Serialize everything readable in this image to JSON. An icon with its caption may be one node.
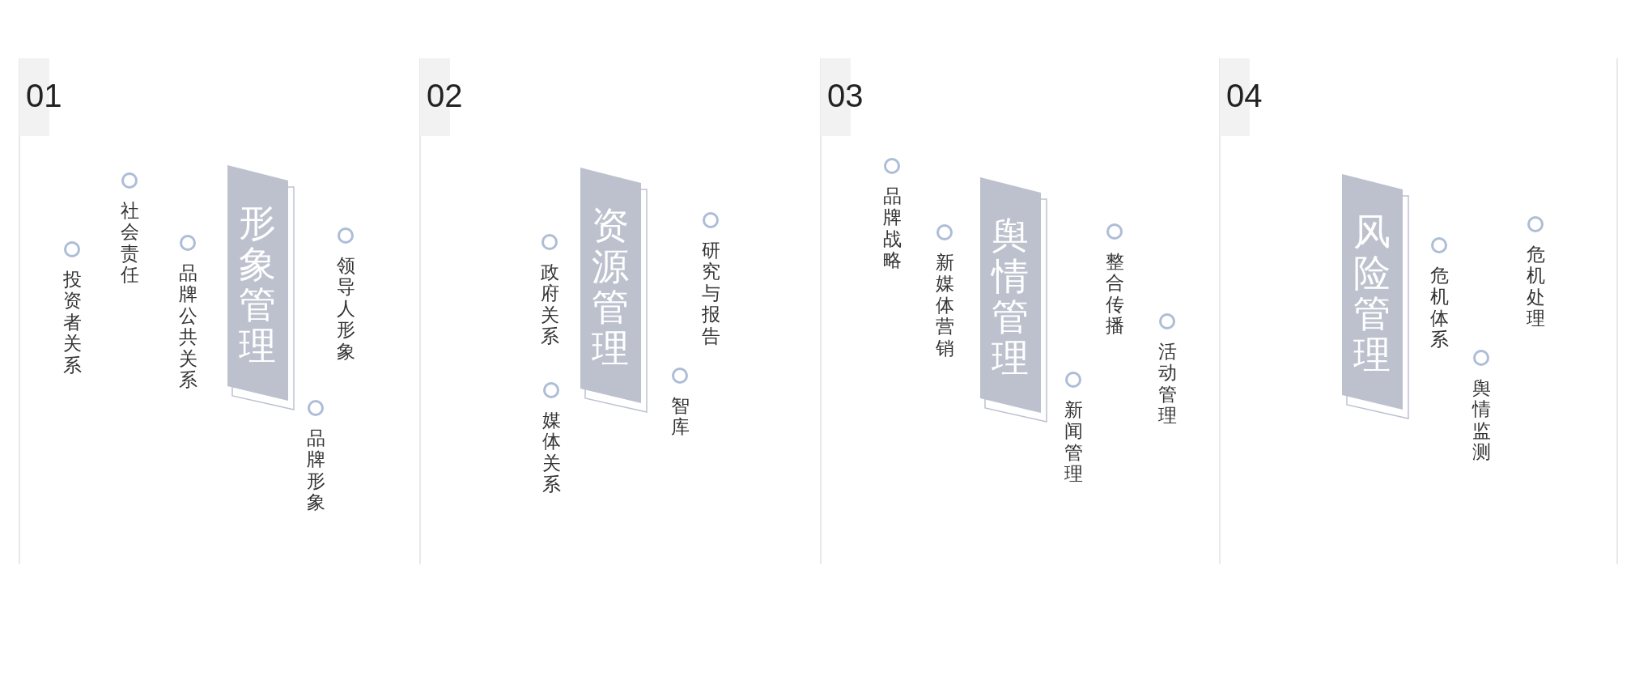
{
  "diagram": {
    "nodes": [
      {
        "text": [
          "01"
        ]
      },
      {
        "text": [
          "形象管理"
        ]
      },
      {
        "text": [
          "02"
        ]
      },
      {
        "text": [
          "资源管理"
        ]
      },
      {
        "text": [
          "03"
        ]
      },
      {
        "text": [
          "舆情管理"
        ]
      },
      {
        "text": [
          "04"
        ]
      },
      {
        "text": [
          "风险管理"
        ]
      }
    ],
    "labels": [
      "投资者关系",
      "社会责任",
      "品牌公共关系",
      "领导人形象",
      "品牌形象",
      "政府关系",
      "媒体关系",
      "研究与报告",
      "智库",
      "品牌战略",
      "新媒体营销",
      "整合传播",
      "新闻管理",
      "活动管理",
      "危机体系",
      "舆情监测",
      "危机处理"
    ]
  }
}
